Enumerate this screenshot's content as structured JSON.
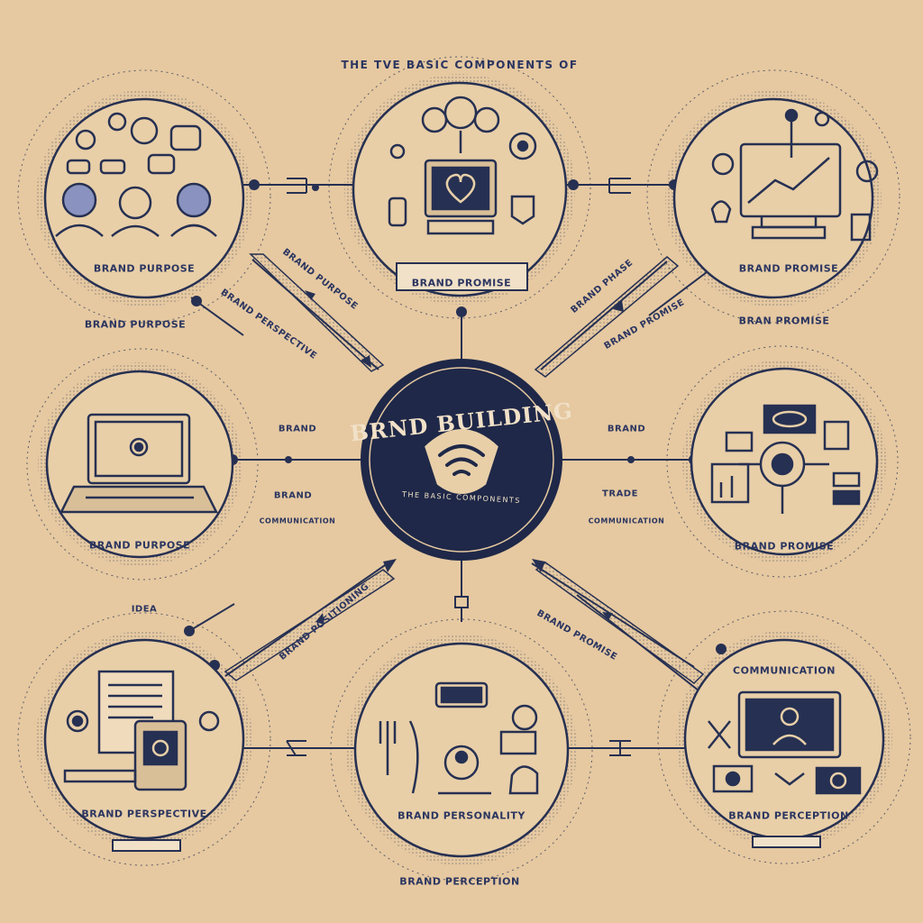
{
  "header": {
    "title": "THE TVE BASIC COMPONENTS OF"
  },
  "center": {
    "title": "BRND BUILDING",
    "subtitle": "THE BASIC COMPONENTS"
  },
  "nodes": {
    "top_left": {
      "caption": "BRAND PURPOSE",
      "outside": "BRAND PURPOSE"
    },
    "top_center": {
      "caption": "BRAND PROMISE"
    },
    "top_right": {
      "caption": "BRAND PROMISE",
      "outside": "BRAN PROMISE"
    },
    "mid_left": {
      "caption": "BRAND PURPOSE"
    },
    "mid_right": {
      "caption": "BRAND PROMISE"
    },
    "bottom_left": {
      "caption": "BRAND PERSPECTIVE"
    },
    "bottom_center": {
      "caption": "BRAND PERSONALITY",
      "outside": "BRAND PERCEPTION"
    },
    "bottom_right": {
      "caption": "BRAND PERCEPTION",
      "top_text": "COMMUNICATION"
    }
  },
  "connector_labels": {
    "brand_purpose_diag": "BRAND PURPOSE",
    "perspective_diag": "BRAND PERSPECTIVE",
    "promise_diag": "BRAND PHASE",
    "position_diag": "BRAND POSITIONING",
    "promise_right_diag": "BRAND PROMISE",
    "brand_left": "BRAND",
    "brand_left2": "BRAND",
    "communication_left": "COMMUNICATION",
    "brand_right": "BRAND",
    "trade_right": "TRADE",
    "communication_right": "COMMUNICATION",
    "brand_promise_right": "BRAND PROMISE",
    "idea_left": "IDEA"
  },
  "colors": {
    "background": "#e6c9a1",
    "ink": "#263052",
    "center_fill": "#1f2848",
    "center_text": "#f1e1c8"
  }
}
